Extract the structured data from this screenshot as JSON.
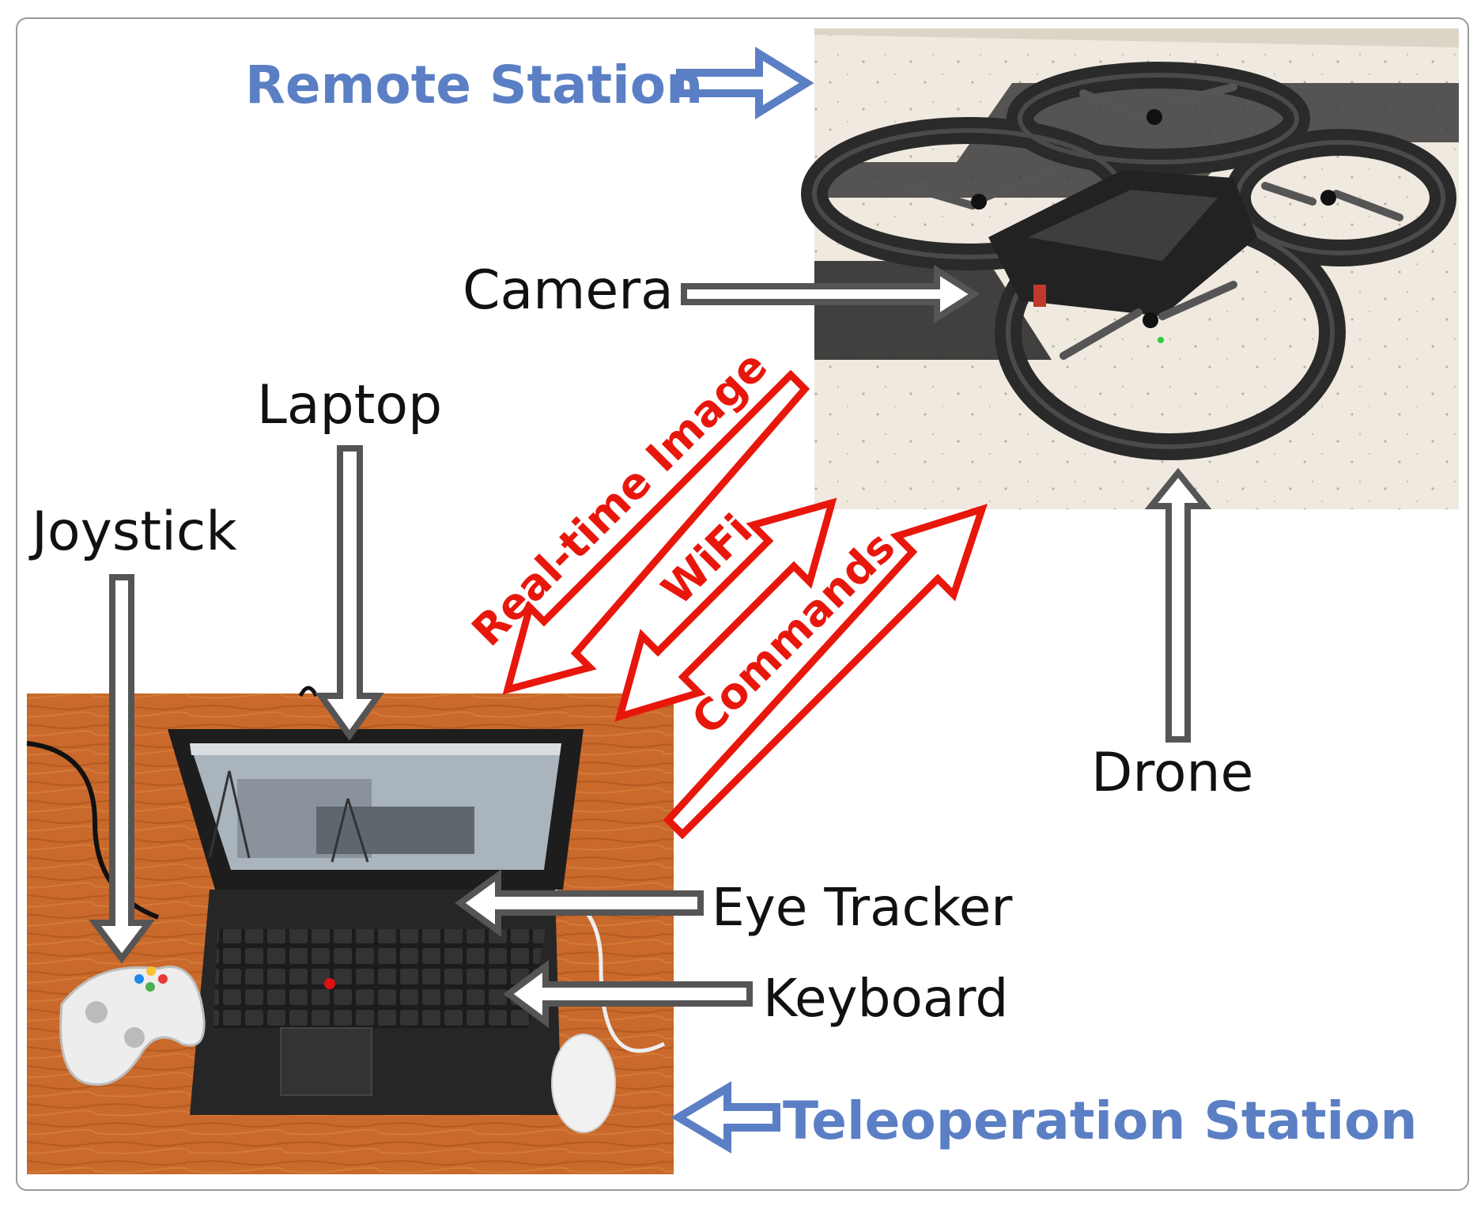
{
  "labels": {
    "remote_station": "Remote Station",
    "teleoperation_station": "Teleoperation Station",
    "camera": "Camera",
    "laptop": "Laptop",
    "joystick": "Joystick",
    "eye_tracker": "Eye Tracker",
    "keyboard": "Keyboard",
    "drone": "Drone",
    "real_time_image": "Real-time Image",
    "wifi": "WiFi",
    "commands": "Commands"
  },
  "colors": {
    "station_label": "#5b7fc4",
    "wireless_link": "#e8170c",
    "pointer_arrow": "#555555",
    "pointer_fill": "#ffffff"
  }
}
